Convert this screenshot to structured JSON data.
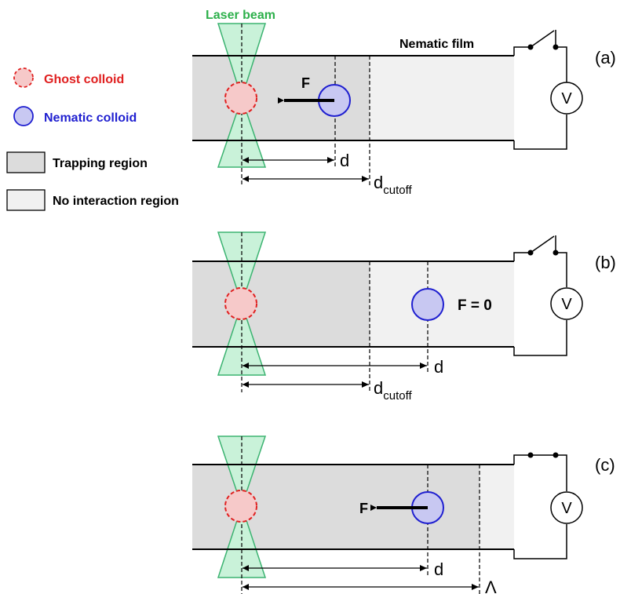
{
  "legend": {
    "ghost_label": "Ghost colloid",
    "nematic_label": "Nematic colloid",
    "trapping_label": "Trapping region",
    "no_interaction_label": "No interaction  region"
  },
  "labels": {
    "laser_beam": "Laser beam",
    "nematic_film": "Nematic film",
    "voltage": "V",
    "force": "F",
    "force_zero": "F = 0",
    "distance": "d",
    "cutoff_main": "d",
    "cutoff_sub": "cutoff",
    "lambda": "Λ"
  },
  "panels": [
    {
      "label": "(a)",
      "switch": "open"
    },
    {
      "label": "(b)",
      "switch": "open"
    },
    {
      "label": "(c)",
      "switch": "closed"
    }
  ],
  "colors": {
    "ghost": "#e02020",
    "ghost_fill": "#f6c9c9",
    "nematic": "#1f1fd0",
    "nematic_fill": "#c8c8f2",
    "laser": "#3cb371",
    "laser_fill": "#c9f2d9",
    "trapping_fill": "#dcdcdc",
    "no_interaction_fill": "#f1f1f1",
    "laser_text": "#2db04b"
  }
}
